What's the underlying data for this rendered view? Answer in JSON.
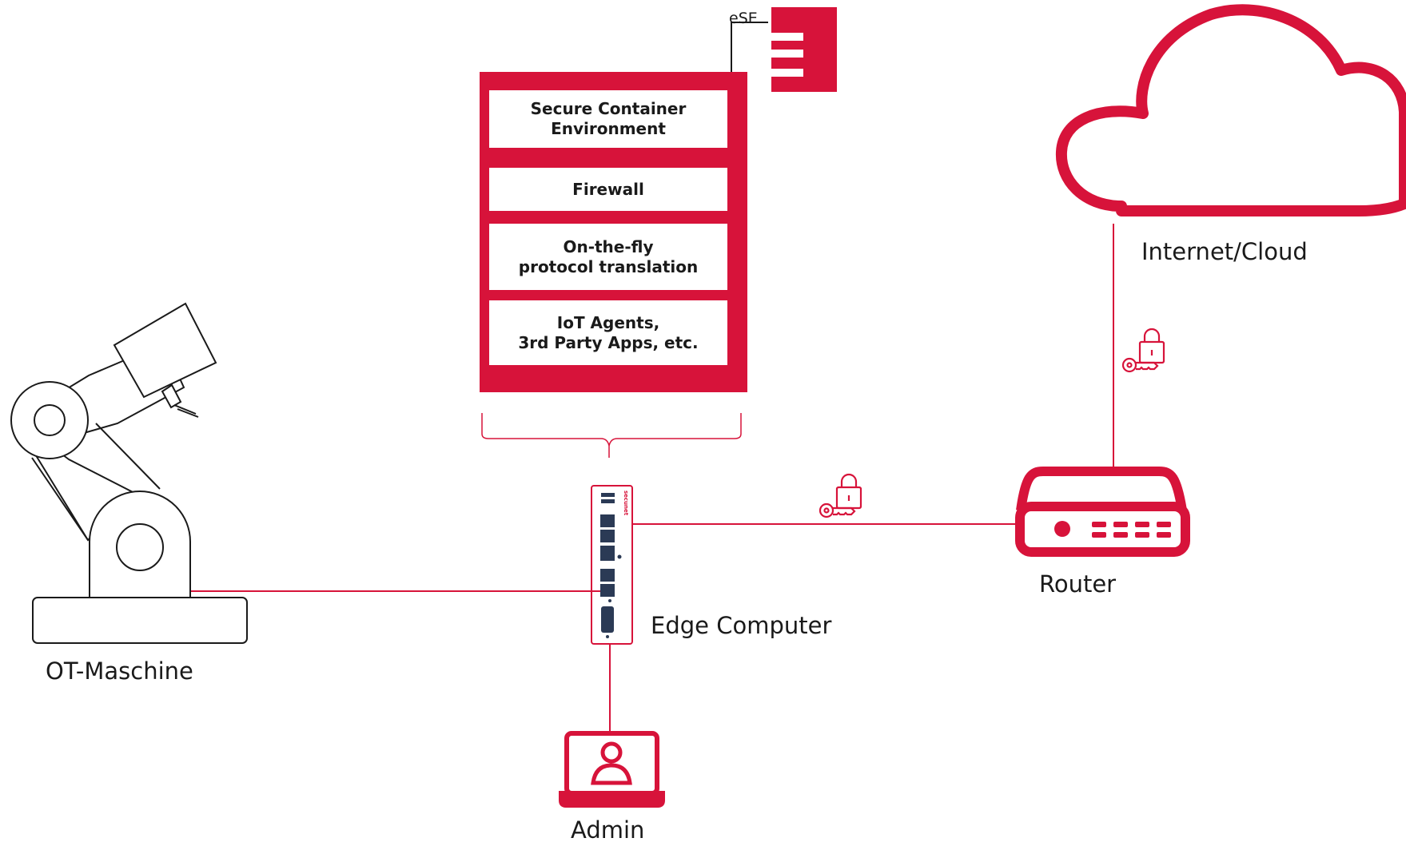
{
  "colors": {
    "accent": "#d7133a",
    "line": "#1a1a1a",
    "device_port": "#2b3a55"
  },
  "edge_stack": {
    "ese_label": "eSE",
    "layers": [
      {
        "line1": "Secure Container",
        "line2": "Environment"
      },
      {
        "line1": "Firewall",
        "line2": ""
      },
      {
        "line1": "On-the-fly",
        "line2": "protocol translation"
      },
      {
        "line1": "IoT Agents,",
        "line2": "3rd Party Apps, etc."
      }
    ]
  },
  "nodes": {
    "cloud": "Internet/Cloud",
    "router": "Router",
    "edge_computer": "Edge Computer",
    "ot_machine": "OT-Maschine",
    "admin": "Admin"
  },
  "icons": [
    "ese-chip-icon",
    "cloud-icon",
    "key-lock-icon",
    "router-icon",
    "edge-device-icon",
    "robot-arm-icon",
    "laptop-user-icon"
  ]
}
